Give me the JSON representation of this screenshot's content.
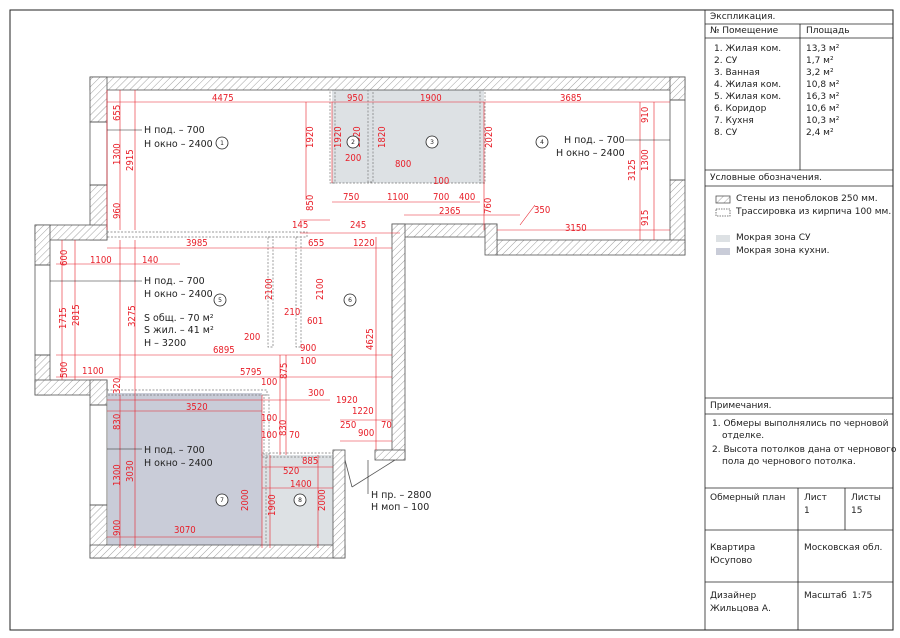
{
  "plan": {
    "rooms": [
      "1",
      "2",
      "3",
      "4",
      "5",
      "6",
      "7",
      "8"
    ],
    "notes": {
      "r1_sill": "Н под. – 700",
      "r1_window": "Н окно – 2400",
      "r4_sill": "Н под. – 700",
      "r4_window": "Н окно – 2400",
      "r5_sill": "Н под. – 700",
      "r5_window": "Н окно – 2400",
      "s_total": "S общ. – 70 м²",
      "s_living": "S жил. – 41 м²",
      "height": "Н – 3200",
      "r7_sill": "Н под. – 700",
      "r7_window": "Н окно – 2400",
      "door_h": "Н пр. – 2800",
      "door_sill": "Н моп – 100"
    },
    "dims": [
      "4475",
      "950",
      "1900",
      "3685",
      "200",
      "800",
      "100",
      "750",
      "1100",
      "700",
      "400",
      "2365",
      "350",
      "3150",
      "145",
      "245",
      "3985",
      "655",
      "1220",
      "1100",
      "140",
      "2100",
      "2100",
      "210",
      "601",
      "200",
      "900",
      "100",
      "6895",
      "5795",
      "1100",
      "100",
      "300",
      "1920",
      "3520",
      "1220",
      "100",
      "250",
      "900",
      "70",
      "100",
      "70",
      "885",
      "520",
      "1400",
      "3070",
      "655",
      "1300",
      "2915",
      "960",
      "1920",
      "1920",
      "1820",
      "1820",
      "2020",
      "910",
      "3125",
      "1300",
      "915",
      "850",
      "760",
      "600",
      "1715",
      "2815",
      "3275",
      "4625",
      "875",
      "500",
      "320",
      "830",
      "1300",
      "3030",
      "900",
      "830",
      "2000",
      "1900",
      "2000"
    ]
  },
  "explication": {
    "title": "Экспликация.",
    "col_room": "№ Помещение",
    "col_area": "Площадь",
    "rows": [
      {
        "name": "1. Жилая ком.",
        "area": "13,3 м²"
      },
      {
        "name": "2. СУ",
        "area": "1,7 м²"
      },
      {
        "name": "3. Ванная",
        "area": "3,2 м²"
      },
      {
        "name": "4. Жилая ком.",
        "area": "10,8 м²"
      },
      {
        "name": "5. Жилая ком.",
        "area": "16,3 м²"
      },
      {
        "name": "6. Коридор",
        "area": "10,6 м²"
      },
      {
        "name": "7. Кухня",
        "area": "10,3 м²"
      },
      {
        "name": "8. СУ",
        "area": "2,4 м²"
      }
    ]
  },
  "legend": {
    "title": "Условные обозначения.",
    "items": [
      "Стены из пеноблоков 250 мм.",
      "Трассировка из кирпича 100 мм.",
      "Мокрая зона СУ",
      "Мокрая зона кухни."
    ],
    "colors": {
      "wet_bath": "#dde1e4",
      "wet_kitchen": "#c9ccd8"
    }
  },
  "remarks": {
    "title": "Примечания.",
    "items": [
      "1. Обмеры выполнялись по черновой отделке.",
      "2. Высота потолков дана от чернового пола до чернового потолка."
    ]
  },
  "stamp": {
    "doc": "Обмерный план",
    "sheet_label": "Лист",
    "sheet": "1",
    "sheets_label": "Листы",
    "sheets": "15",
    "object1": "Квартира",
    "object2": "Юсупово",
    "region": "Московская обл.",
    "role": "Дизайнер",
    "designer": "Жильцова А.",
    "scale_label": "Масштаб",
    "scale": "1:75"
  }
}
